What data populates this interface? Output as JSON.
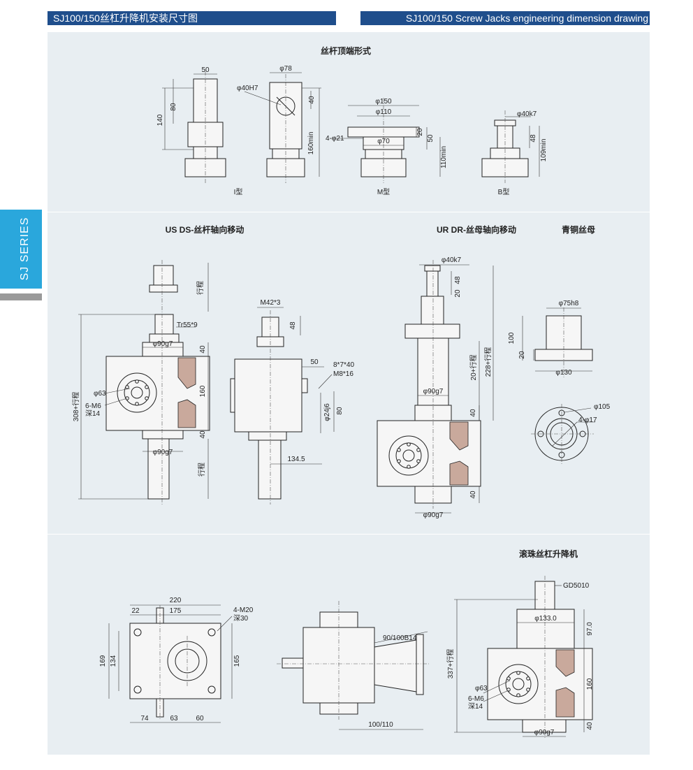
{
  "header": {
    "title_cn": "SJ100/150丝杠升降机安装尺寸图",
    "title_en": "SJ100/150 Screw Jacks engineering dimension drawing"
  },
  "side_tab": {
    "label": "SJ SERIES"
  },
  "colors": {
    "header_bg": "#1f4e8c",
    "tab_bg": "#2aa7dc",
    "panel_bg": "#e8eef2",
    "hatch": "#c9a99c"
  },
  "top_section": {
    "title": "丝杆顶端形式",
    "type_labels": [
      "I型",
      "M型",
      "B型"
    ],
    "i_type": {
      "width": "50",
      "height_a": "80",
      "height_b": "140"
    },
    "clevis": {
      "top": "φ78",
      "hole": "φ40H7",
      "side": "40",
      "min": "160min"
    },
    "m_type": {
      "d1": "φ150",
      "d2": "φ110",
      "holes": "4-φ21",
      "d3": "φ70",
      "h1": "20",
      "h2": "50",
      "min": "110min"
    },
    "b_type": {
      "d": "φ40k7",
      "h": "48",
      "min": "109min"
    }
  },
  "middle_section": {
    "title_left": "US DS-丝杆轴向移动",
    "title_right": "UR DR-丝母轴向移动",
    "title_nut": "青铜丝母",
    "us": {
      "stroke": "行程",
      "thread": "Tr55*9",
      "d_top": "φ90g7",
      "d_bot": "φ90g7",
      "dim_40a": "40",
      "dim_160": "160",
      "dim_40b": "40",
      "flange": "φ63",
      "holes": "6-M6",
      "depth": "深14",
      "overall": "308+行程",
      "stroke_bot": "行程"
    },
    "side": {
      "m42": "M42*3",
      "h48": "48",
      "w50": "50",
      "key": "8*7*40",
      "m8": "M8*16",
      "shaft": "φ24j6",
      "h80": "80",
      "len": "134.5"
    },
    "ur": {
      "d": "φ40k7",
      "h48": "48",
      "h20": "20",
      "len1": "228+行程",
      "len2": "20+行程",
      "d_mid": "φ90g7",
      "h40a": "40",
      "h40b": "40",
      "d_bot": "φ90g7"
    },
    "nut": {
      "d1": "φ75h8",
      "h100": "100",
      "h20": "20",
      "d2": "φ130",
      "d3": "φ105",
      "holes": "4-φ17"
    }
  },
  "bottom_section": {
    "title": "滚珠丝杠升降机",
    "plan": {
      "w220": "220",
      "w22": "22",
      "w175": "175",
      "holes": "4-M20",
      "depth": "深30",
      "h169": "169",
      "h134": "134",
      "h165": "165",
      "w74": "74",
      "w63": "63",
      "w60": "60"
    },
    "motor": {
      "flange": "90/100B14",
      "len": "100/110"
    },
    "ball": {
      "gd": "GD5010",
      "d133": "φ133.0",
      "h97": "97.0",
      "overall": "337+行程",
      "flange": "φ63",
      "holes": "6-M6",
      "depth": "深14",
      "h160": "160",
      "d_bot": "φ90g7",
      "h40": "40"
    }
  }
}
